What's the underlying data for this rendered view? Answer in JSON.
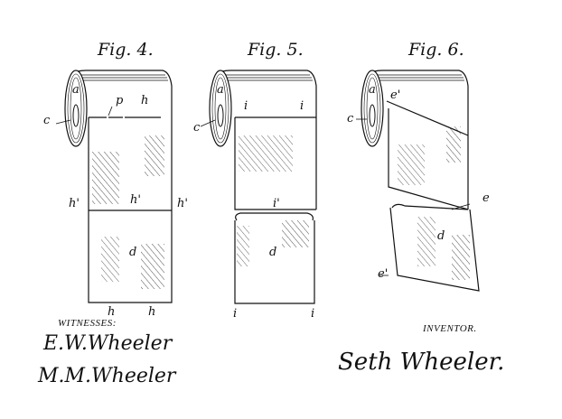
{
  "figures": [
    {
      "title": "Fig. 4.",
      "labels": {
        "a": "a",
        "c": "c",
        "p": "p",
        "h_top": "h",
        "h_prime_left": "h'",
        "h_prime_mid": "h'",
        "h_prime_right": "h'",
        "d": "d",
        "h_bottom_left": "h",
        "h_bottom_right": "h"
      }
    },
    {
      "title": "Fig. 5.",
      "labels": {
        "a": "a",
        "c": "c",
        "i_left": "i",
        "i_right": "i",
        "i_prime": "i'",
        "d": "d",
        "i_bottom_left": "i",
        "i_bottom_right": "i"
      }
    },
    {
      "title": "Fig. 6.",
      "labels": {
        "a": "a",
        "c": "c",
        "e_prime_top": "e'",
        "e": "e",
        "d": "d",
        "e_prime_bottom": "e'"
      }
    }
  ],
  "witnesses": {
    "heading": "WITNESSES:",
    "signature_1": "E.W.Wheeler",
    "signature_2": "M.M.Wheeler"
  },
  "inventor": {
    "heading": "INVENTOR.",
    "signature": "Seth Wheeler."
  }
}
